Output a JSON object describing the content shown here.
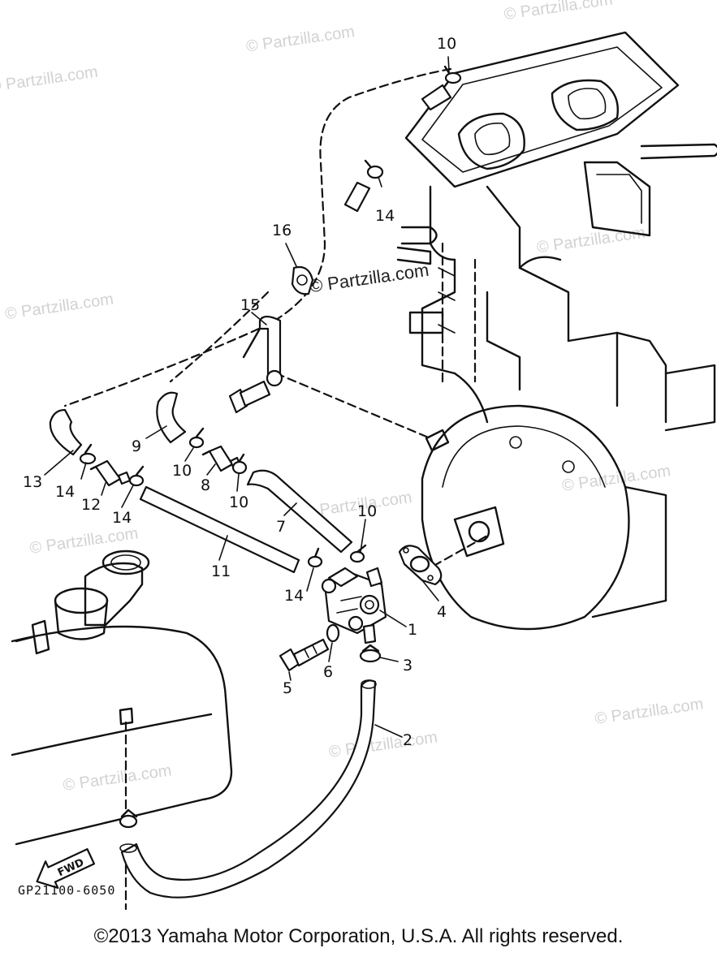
{
  "watermark": "© Partzilla.com",
  "diagram_code": "GP21100-6050",
  "fwd_label": "FWD",
  "copyright": "©2013  Yamaha Motor Corporation, U.S.A. All rights reserved.",
  "callouts": {
    "c1": "1",
    "c2": "2",
    "c3": "3",
    "c4": "4",
    "c5": "5",
    "c6": "6",
    "c7": "7",
    "c8": "8",
    "c9": "9",
    "c10a": "10",
    "c10b": "10",
    "c10c": "10",
    "c10d": "10",
    "c11": "11",
    "c12": "12",
    "c13": "13",
    "c14a": "14",
    "c14b": "14",
    "c14c": "14",
    "c14d": "14",
    "c15": "15",
    "c16": "16"
  }
}
